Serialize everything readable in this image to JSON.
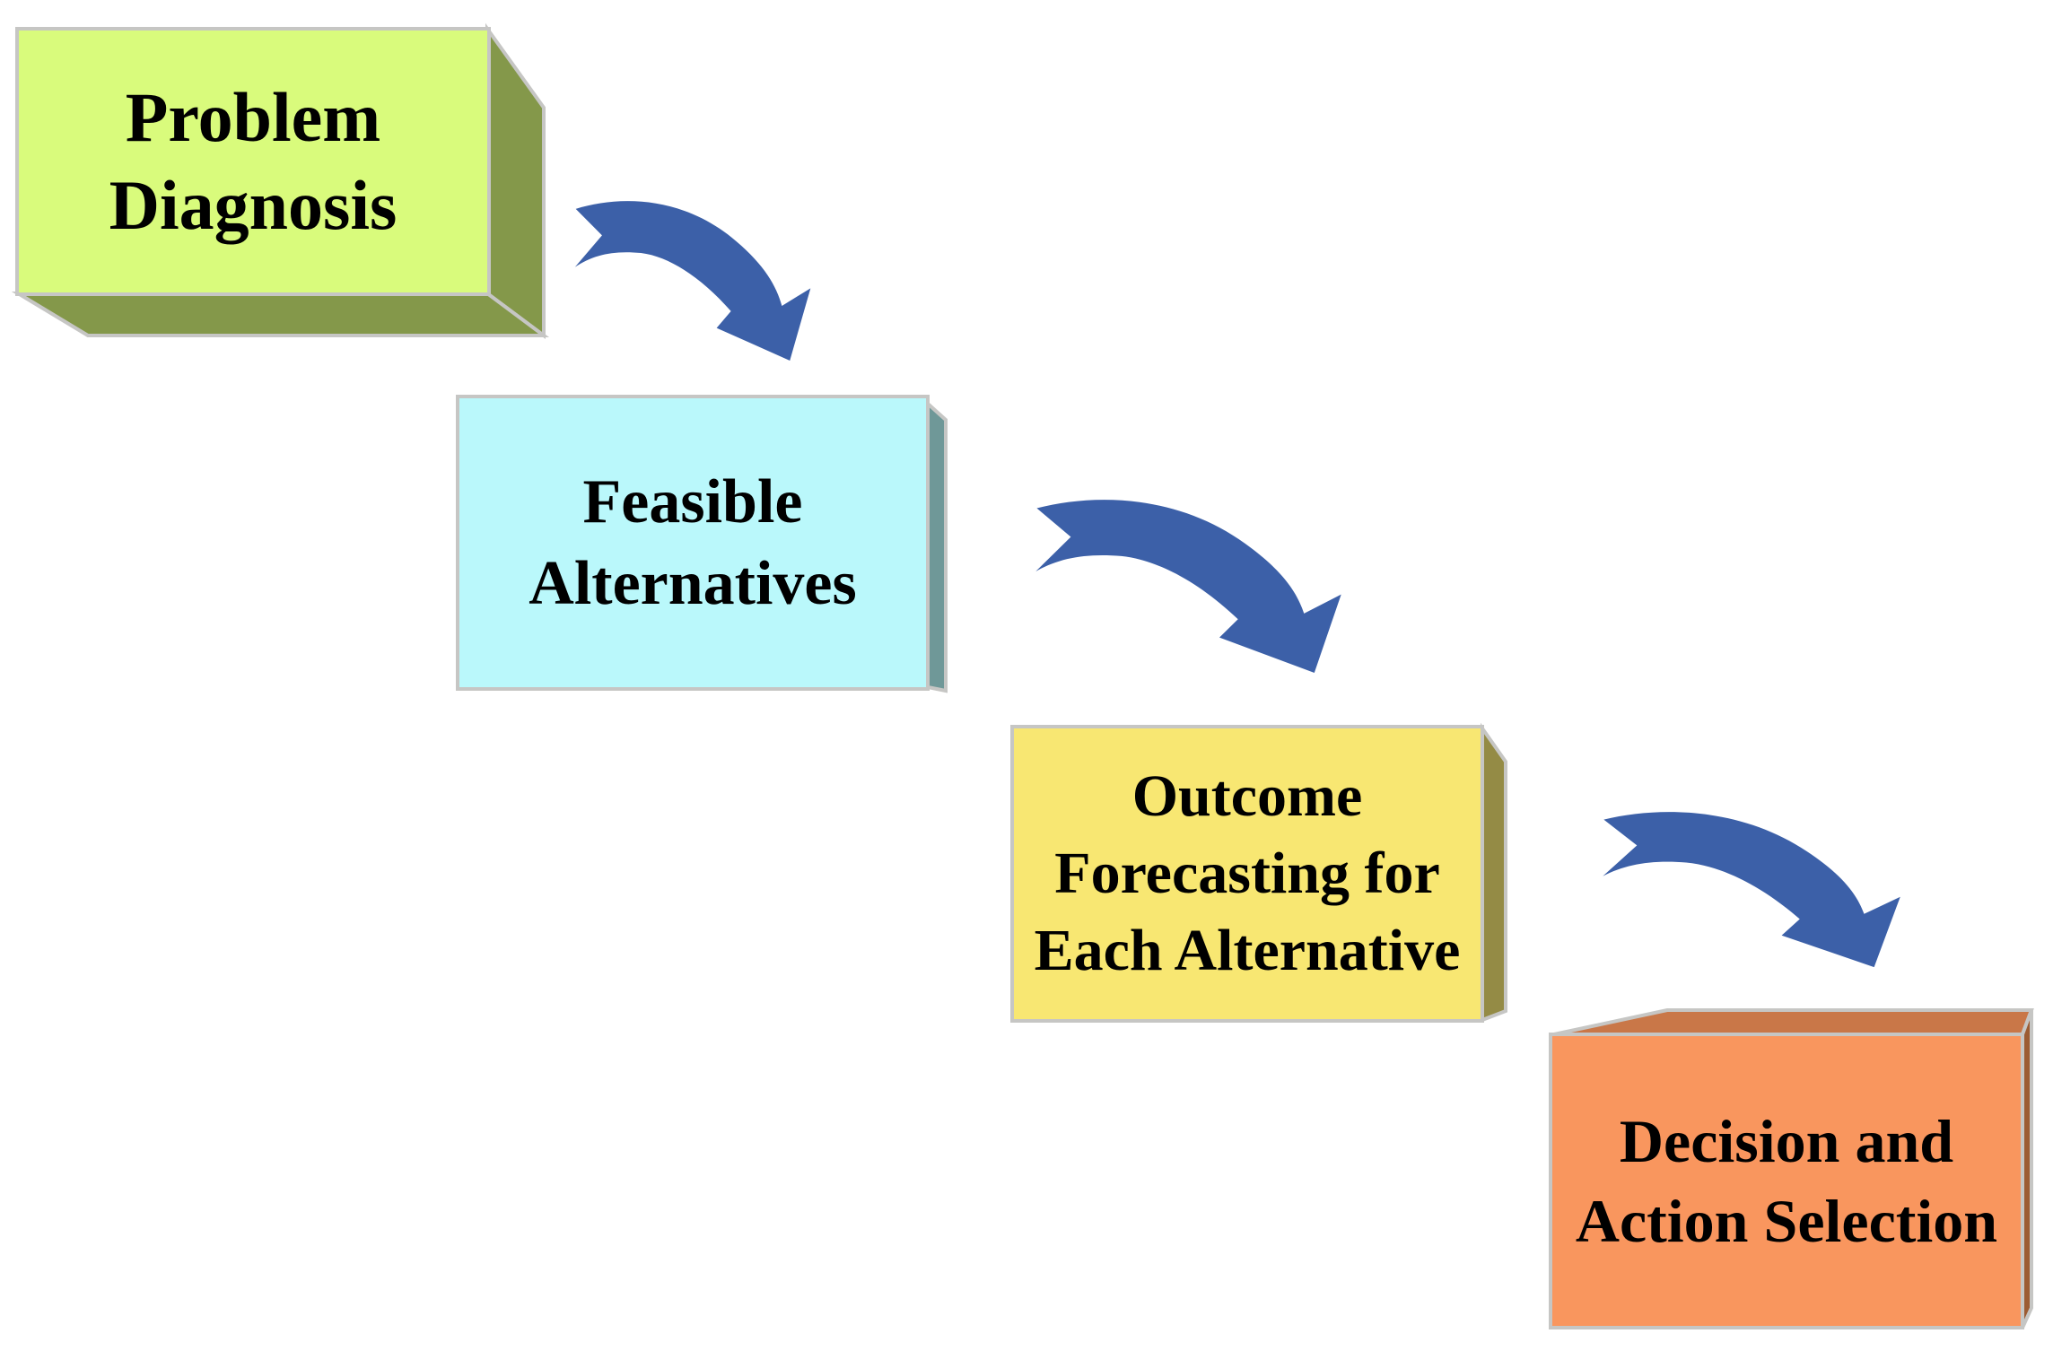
{
  "diagram": {
    "background_color": "#ffffff",
    "arrow_color": "#3c60a8",
    "border_color": "#c6c6c4",
    "boxes": [
      {
        "name": "problem-diagnosis",
        "lines": [
          "Problem",
          "Diagnosis"
        ],
        "fill": "#d9fb7c",
        "side_fill": "#84984a"
      },
      {
        "name": "feasible-alternatives",
        "lines": [
          "Feasible",
          "Alternatives"
        ],
        "fill": "#baf8fb",
        "side_fill": "#6f9898"
      },
      {
        "name": "outcome-forecasting",
        "lines": [
          "Outcome",
          "Forecasting for",
          "Each Alternative"
        ],
        "fill": "#f8e772",
        "side_fill": "#948b45"
      },
      {
        "name": "decision-action-selection",
        "lines": [
          "Decision and",
          "Action Selection"
        ],
        "fill": "#f9965e",
        "side_fill": "#c97748",
        "edge_fill": "#9c5c33"
      }
    ],
    "arrows": [
      {
        "name": "flow-arrow-1"
      },
      {
        "name": "flow-arrow-2"
      },
      {
        "name": "flow-arrow-3"
      }
    ]
  }
}
